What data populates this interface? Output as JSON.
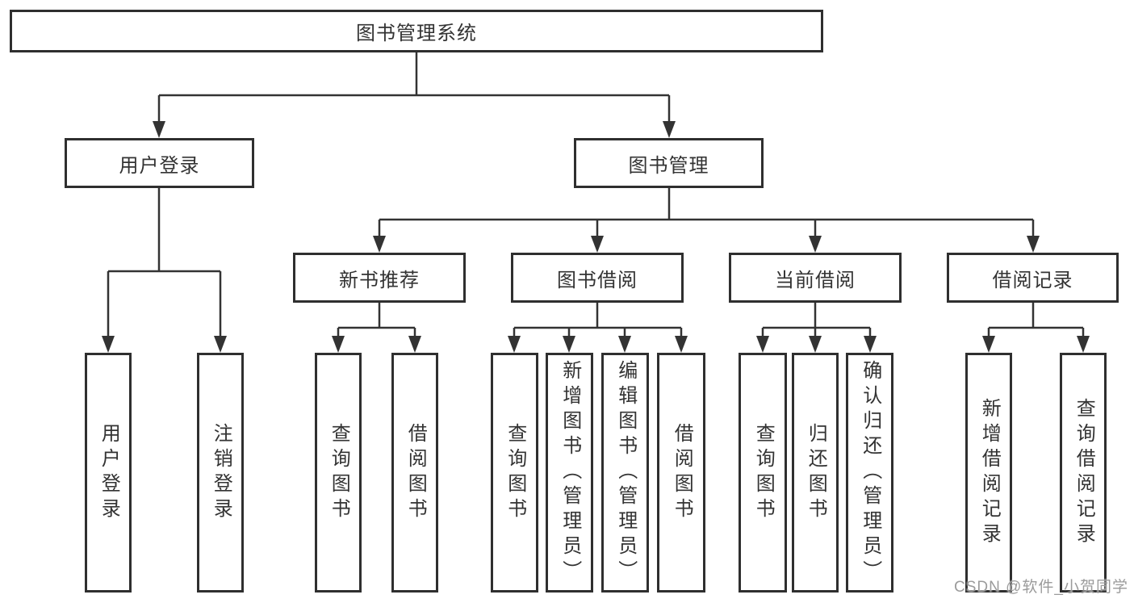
{
  "diagram_type": "hierarchy-tree",
  "tree": {
    "label": "图书管理系统",
    "children": [
      {
        "label": "用户登录",
        "children": [
          {
            "label": "用户登录"
          },
          {
            "label": "注销登录"
          }
        ]
      },
      {
        "label": "图书管理",
        "children": [
          {
            "label": "新书推荐",
            "children": [
              {
                "label": "查询图书"
              },
              {
                "label": "借阅图书"
              }
            ]
          },
          {
            "label": "图书借阅",
            "children": [
              {
                "label": "查询图书"
              },
              {
                "label": "新增图书（管理员）"
              },
              {
                "label": "编辑图书（管理员）"
              },
              {
                "label": "借阅图书"
              }
            ]
          },
          {
            "label": "当前借阅",
            "children": [
              {
                "label": "查询图书"
              },
              {
                "label": "归还图书"
              },
              {
                "label": "确认归还（管理员）"
              }
            ]
          },
          {
            "label": "借阅记录",
            "children": [
              {
                "label": "新增借阅记录"
              },
              {
                "label": "查询借阅记录"
              }
            ]
          }
        ]
      }
    ]
  },
  "watermark": {
    "text": "CSDN @软件_小贺同学"
  },
  "colors": {
    "background": "#ffffff",
    "line": "#333333",
    "box_border": "#2f2f2f",
    "text": "#333333",
    "watermark": "#9b9b9b"
  }
}
